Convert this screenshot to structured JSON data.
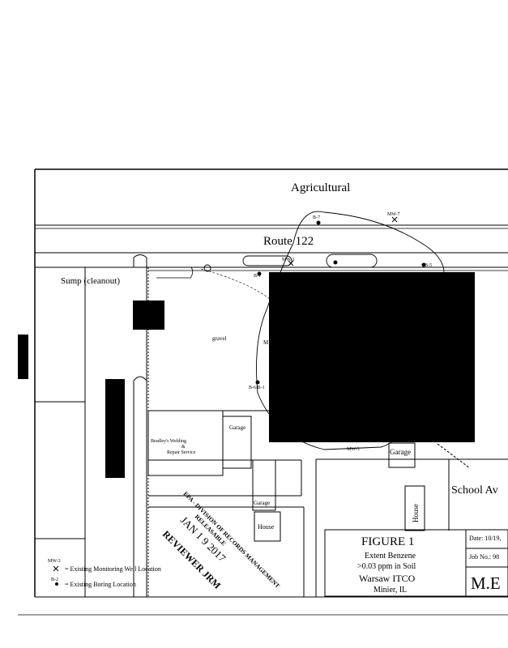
{
  "map": {
    "labels": {
      "agricultural": "Agricultural",
      "route": "Route 122",
      "sump": "Sump (cleanout)",
      "gravel": "gravel",
      "school": "School Av",
      "garage_1": "Garage",
      "garage_2": "Garage",
      "garage_3": "Garage",
      "house_1": "House",
      "house_2": "House",
      "repair_1": "Bradley's Welding",
      "repair_2": "&",
      "repair_3": "Repair Service",
      "b7": "B-7",
      "mw7": "MW-7",
      "mw1": "MW-1",
      "mw3": "MW-3",
      "b5": "B-5",
      "b1": "B-1",
      "b6": "B-6/B-1",
      "m": "M",
      "sa1": "gravel"
    }
  },
  "stamp": {
    "line1": "EPA - DIVISION OF RECORDS MANAGEMENT",
    "line2": "RELEASABLE",
    "date": "JAN 1 9 2017",
    "reviewer": "REVIEWER JRM"
  },
  "legend": {
    "mw_tag": "MW-3",
    "mw_text": "= Existing Monitoring Well Location",
    "b_tag": "B-2",
    "b_text": "= Existing Boring Location"
  },
  "title_block": {
    "figure": "FIGURE 1",
    "line1": "Extent Benzene",
    "line2": ">0.03 ppm in Soil",
    "line3": "Warsaw ITCO",
    "line4": "Minier, IL",
    "date": "Date: 10/19,",
    "job": "Job No.: 98",
    "firm": "M.E"
  }
}
